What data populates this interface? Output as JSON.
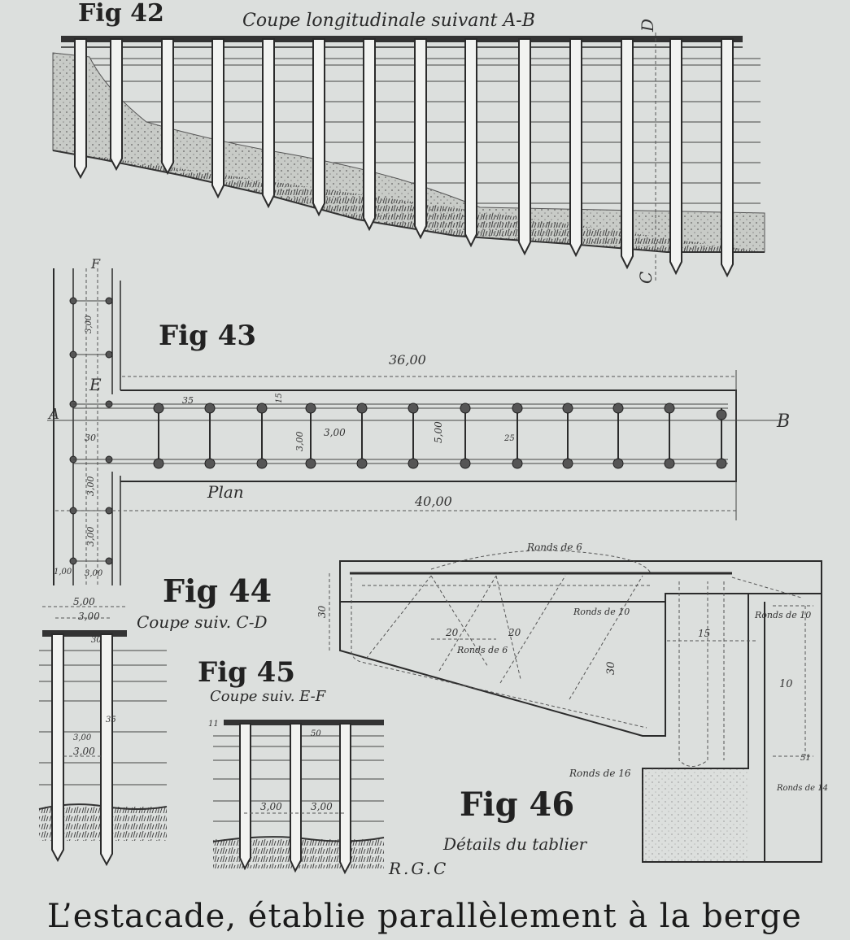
{
  "fig42": {
    "label": "Fig 42",
    "caption": "Coupe longitudinale suivant A-B",
    "marks": [
      "D",
      "C"
    ]
  },
  "fig43": {
    "label": "Fig 43",
    "caption": "Plan",
    "points": [
      "A",
      "B",
      "E",
      "F"
    ],
    "dims": [
      "36,00",
      "40,00",
      "3,00",
      "3,00",
      "3,00",
      "3,00",
      "3,00",
      "5,00",
      "30",
      "35",
      "25",
      "15",
      "1,00",
      "3,00"
    ]
  },
  "fig44": {
    "label": "Fig 44",
    "caption": "Coupe suiv. C-D",
    "dims": [
      "5,00",
      "3,00",
      "3,00",
      "30",
      "35",
      "3,00"
    ]
  },
  "fig45": {
    "label": "Fig 45",
    "caption": "Coupe suiv. E-F",
    "dims": [
      "11",
      "50",
      "3,00",
      "3,00"
    ]
  },
  "fig46": {
    "label": "Fig 46",
    "caption": "Détails du tablier",
    "notes": [
      "Ronds de 6",
      "Ronds de 10",
      "Ronds de 6",
      "Ronds de 16",
      "Ronds de 10",
      "Ronds de 14"
    ],
    "dims": [
      "30",
      "20",
      "20",
      "30",
      "15",
      "10",
      "51"
    ]
  },
  "signature": "R.G.C",
  "body_text": "L’estacade, établie parallèlement à la berge"
}
